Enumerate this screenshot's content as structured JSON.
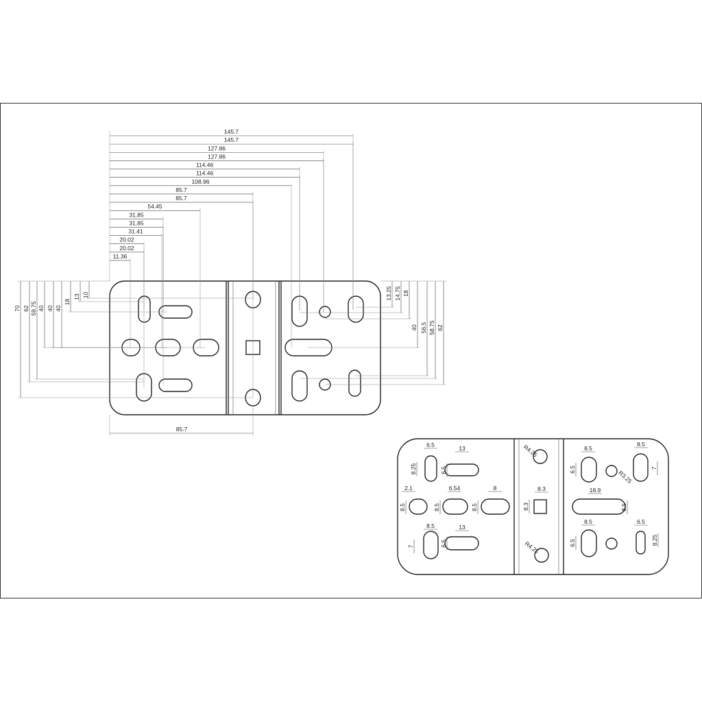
{
  "top_dimensions": [
    "145.7",
    "145.7",
    "127.86",
    "127.86",
    "114.46",
    "114.46",
    "108.96",
    "85.7",
    "85.7",
    "54.45",
    "31.85",
    "31.85",
    "31.41",
    "20.02",
    "20.02",
    "11.36"
  ],
  "left_dimensions": [
    "70",
    "62",
    "59.75",
    "40",
    "40",
    "40",
    "18",
    "13",
    "10"
  ],
  "right_dimensions": [
    "13.25",
    "14.75",
    "18",
    "40",
    "56.5",
    "58.75",
    "62"
  ],
  "bottom_dimension": "85.7",
  "detail_view": {
    "labels": [
      "6.5",
      "8.25",
      "13",
      "6.5",
      "2.1",
      "8.5",
      "6.54",
      "8.5",
      "8",
      "8.5",
      "8.5",
      "7",
      "13",
      "6.5",
      "R4.25",
      "8.3",
      "8.3",
      "R4.25",
      "8.5",
      "6.5",
      "R3.25",
      "8.5",
      "7",
      "18.9",
      "8.5",
      "8.5",
      "6.5",
      "6.5",
      "8.25"
    ]
  },
  "colors": {
    "line": "#222222",
    "background": "#ffffff"
  }
}
